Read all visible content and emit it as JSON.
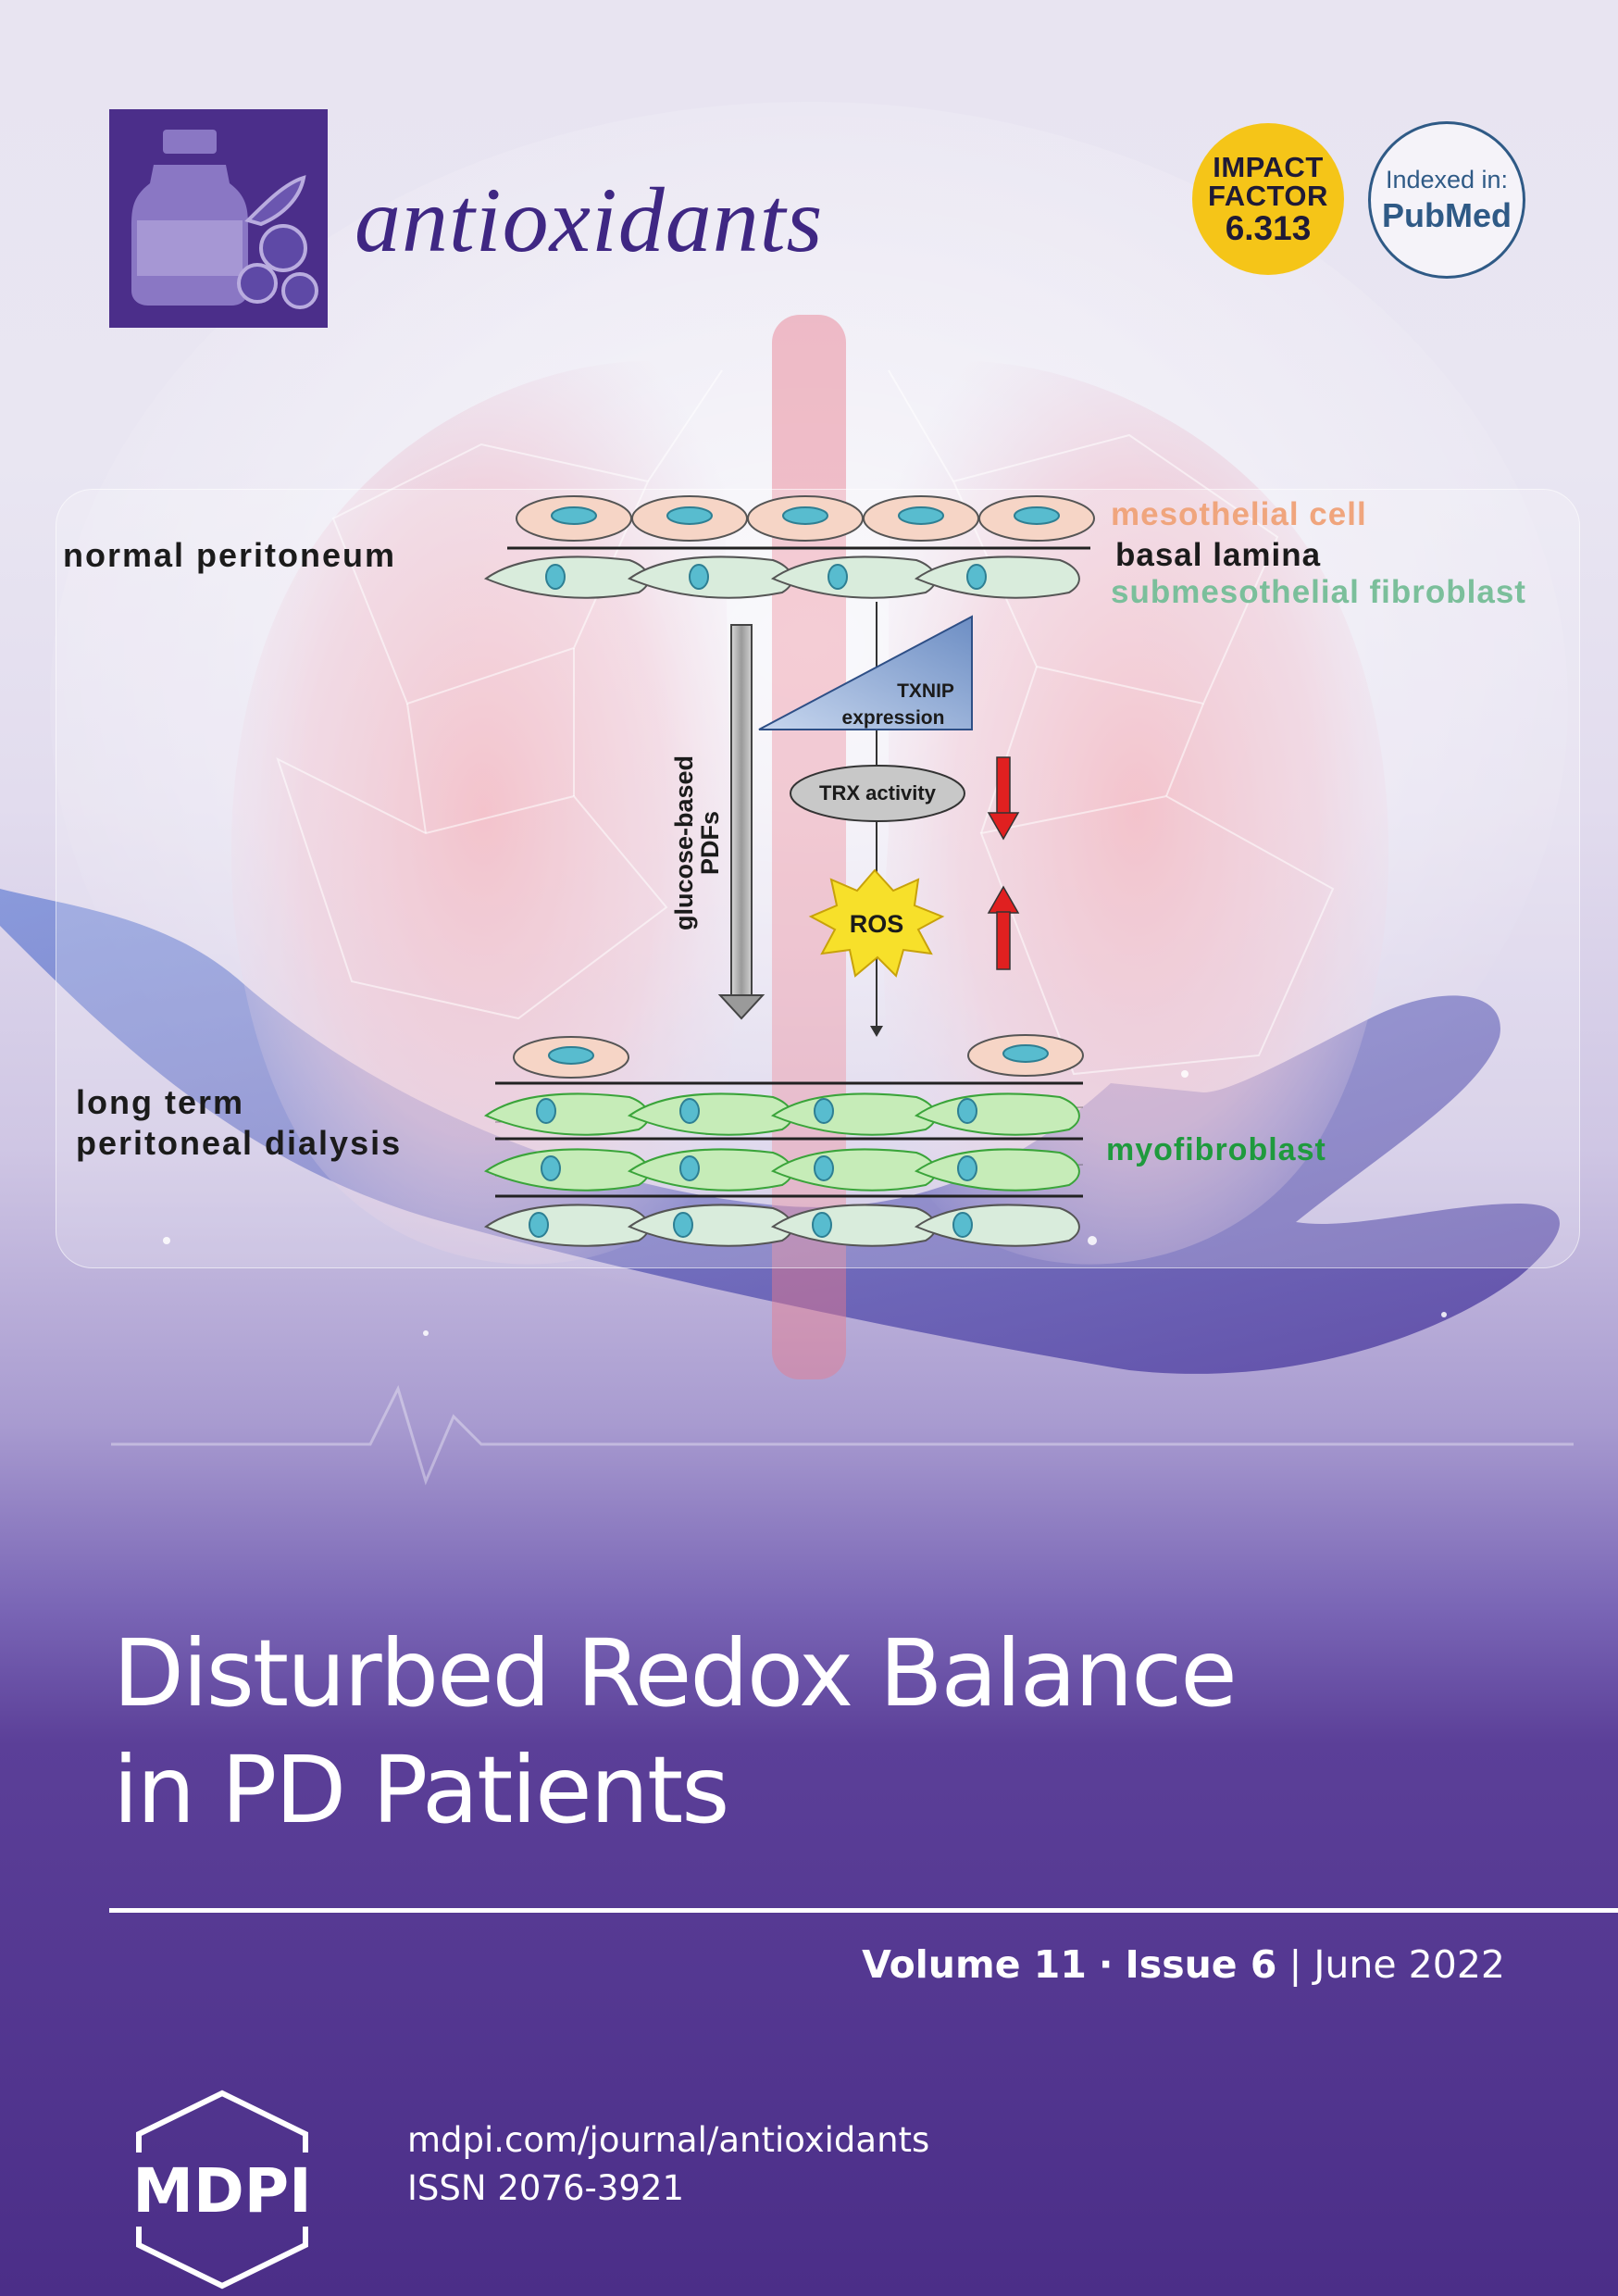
{
  "journal": {
    "name": "antioxidants",
    "brand_color": "#4b2e8a"
  },
  "badges": {
    "impact": {
      "line1": "IMPACT",
      "line2": "FACTOR",
      "value": "6.313",
      "color": "#f5c518"
    },
    "indexed": {
      "line1": "Indexed in:",
      "line2": "PubMed",
      "color": "#2f5a86"
    }
  },
  "figure": {
    "normal_label": "normal peritoneum",
    "mesothelial_label": "mesothelial cell",
    "basal_label": "basal lamina",
    "fibroblast_label": "submesothelial fibroblast",
    "txnip_line1": "TXNIP",
    "txnip_line2": "expression",
    "trx_label": "TRX activity",
    "ros_label": "ROS",
    "arrow_label_line1": "glucose-based",
    "arrow_label_line2": "PDFs",
    "long_term_line1": "long term",
    "long_term_line2": "peritoneal dialysis",
    "myofibroblast_label": "myofibroblast",
    "colors": {
      "mesothelial": "#f0a57d",
      "fibroblast": "#7bbf9b",
      "myofibroblast": "#1f9a3d",
      "txnip": "#6d8ec4",
      "ros": "#f7e02a",
      "down_arrow": "#e02020"
    },
    "icons": [
      "bottle-icon",
      "berries-icon",
      "down-arrow-icon",
      "up-arrow-icon",
      "ros-burst-icon"
    ]
  },
  "title": {
    "line1": "Disturbed Redox Balance",
    "line2": "in PD Patients"
  },
  "issue": {
    "volume": "Volume 11",
    "separator": "·",
    "issue": "Issue 6",
    "divider": "|",
    "date": "June 2022"
  },
  "publisher": {
    "logo_text": "MDPI",
    "url": "mdpi.com/journal/antioxidants",
    "issn": "ISSN 2076-3921"
  }
}
